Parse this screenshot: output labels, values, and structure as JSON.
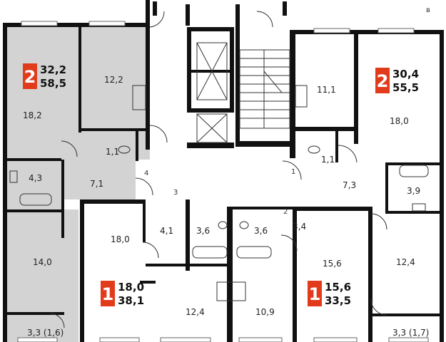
{
  "colors": {
    "highlight_fill": "#d3d3d3",
    "badge_red": "#e23b1c",
    "wall": "#111111"
  },
  "corner_letter": "в",
  "apartments": [
    {
      "rooms": "2",
      "living_area": "32,2",
      "total_area": "58,5"
    },
    {
      "rooms": "2",
      "living_area": "30,4",
      "total_area": "55,5"
    },
    {
      "rooms": "1",
      "living_area": "18,0",
      "total_area": "38,1"
    },
    {
      "rooms": "1",
      "living_area": "15,6",
      "total_area": "33,5"
    }
  ],
  "rooms": [
    "18,2",
    "12,2",
    "1,1",
    "4,3",
    "7,1",
    "14,0",
    "3,3 (1,6)",
    "11,1",
    "18,0",
    "1,1",
    "7,3",
    "3,9",
    "12,4",
    "3,3 (1,7)",
    "18,0",
    "4,1",
    "3,6",
    "3,6",
    "3,4",
    "15,6",
    "12,4",
    "10,9"
  ],
  "door_numbers": [
    "4",
    "3",
    "1",
    "2"
  ]
}
